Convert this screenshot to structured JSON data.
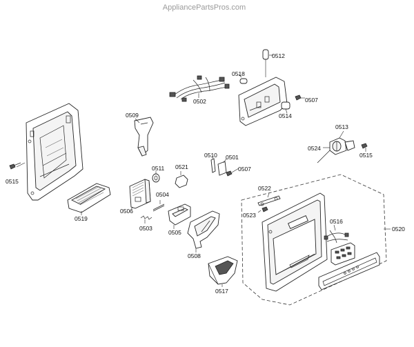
{
  "watermark": "AppliancePartsPros.com",
  "parts": {
    "p0501": "0501",
    "p0502": "0502",
    "p0503": "0503",
    "p0504": "0504",
    "p0505": "0505",
    "p0506": "0506",
    "p0507a": "0507",
    "p0507b": "0507",
    "p0508": "0508",
    "p0509": "0509",
    "p0510": "0510",
    "p0511": "0511",
    "p0512": "0512",
    "p0513": "0513",
    "p0514": "0514",
    "p0515a": "0515",
    "p0515b": "0515",
    "p0516": "0516",
    "p0517": "0517",
    "p0518": "0518",
    "p0519": "0519",
    "p0520": "0520",
    "p0521": "0521",
    "p0522": "0522",
    "p0523": "0523",
    "p0524": "0524"
  }
}
